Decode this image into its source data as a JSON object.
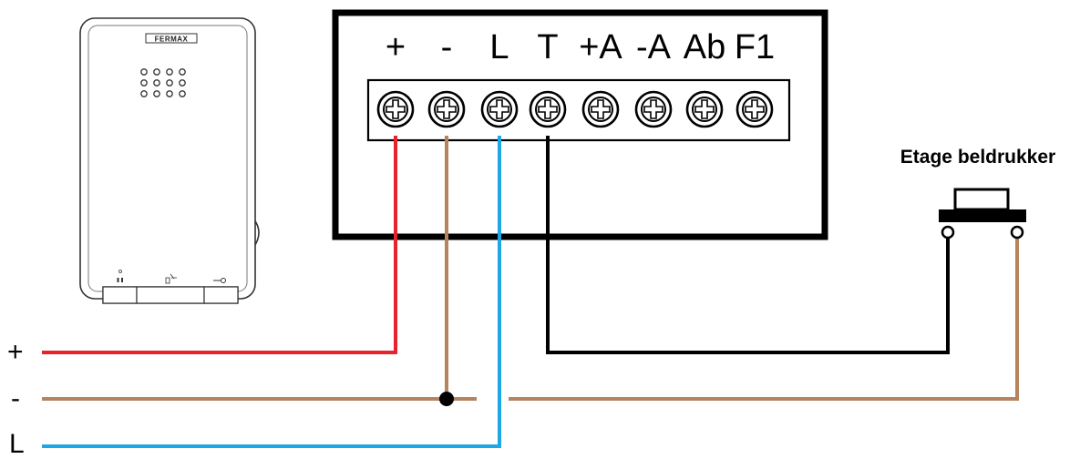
{
  "terminal_block": {
    "labels": [
      "+",
      "-",
      "L",
      "T",
      "+A",
      "-A",
      "Ab",
      "F1"
    ]
  },
  "bus_lines": [
    {
      "label": "+",
      "color": "#e8212b"
    },
    {
      "label": "-",
      "color": "#b5835e"
    },
    {
      "label": "L",
      "color": "#1ea7e6"
    }
  ],
  "push_button": {
    "title": "Etage beldrukker"
  },
  "monitor": {
    "brand": "FERMAX"
  },
  "colors": {
    "red": "#e8212b",
    "brown": "#b5835e",
    "blue": "#1ea7e6",
    "black": "#000000"
  },
  "icons": [
    "screw-terminal-icon",
    "mute-icon",
    "door-icon",
    "key-icon"
  ]
}
